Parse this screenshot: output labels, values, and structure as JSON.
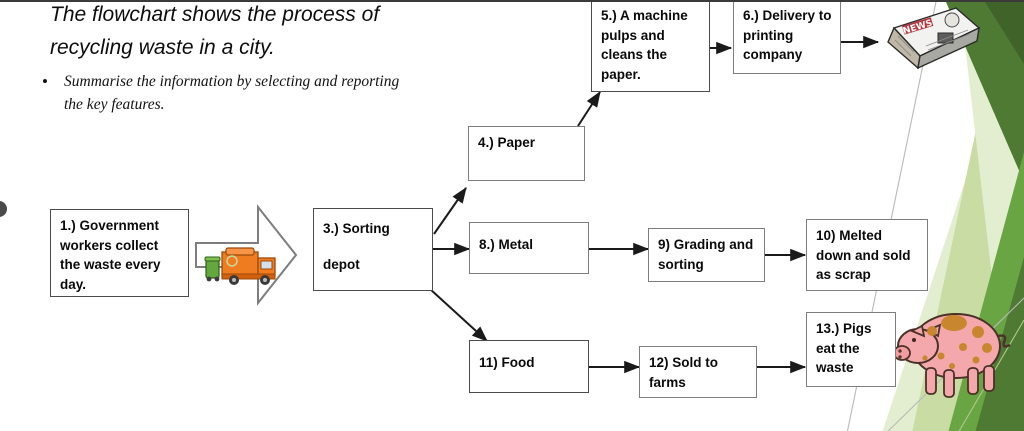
{
  "heading": {
    "title": "The flowchart shows the process of recycling waste in a city.",
    "bullet_marker": "•",
    "bullet_text": "Summarise the information by selecting and reporting the key features."
  },
  "flowchart": {
    "nodes": [
      {
        "id": "n1",
        "label": "1.) Government workers collect the waste every day."
      },
      {
        "id": "n3",
        "label": "3.) Sorting depot"
      },
      {
        "id": "n4",
        "label": "4.) Paper"
      },
      {
        "id": "n5",
        "label": "5.) A machine pulps and cleans the paper."
      },
      {
        "id": "n6",
        "label": "6.) Delivery to printing company"
      },
      {
        "id": "n8",
        "label": "8.) Metal"
      },
      {
        "id": "n9",
        "label": "9) Grading and sorting"
      },
      {
        "id": "n10",
        "label": "10) Melted down and sold as scrap"
      },
      {
        "id": "n11",
        "label": "11) Food"
      },
      {
        "id": "n12",
        "label": "12) Sold to farms"
      },
      {
        "id": "n13",
        "label": "13.) Pigs eat the waste"
      }
    ],
    "images": [
      {
        "id": "truck",
        "name": "garbage-truck-image",
        "alt": "orange garbage truck with green wheelie bin"
      },
      {
        "id": "newspaper",
        "name": "newspaper-image",
        "alt": "folded newspaper",
        "masthead": "NEWS"
      },
      {
        "id": "pig",
        "name": "pig-image",
        "alt": "pink spotted pig"
      }
    ],
    "block_arrow": {
      "name": "block-arrow-collection"
    }
  },
  "colors": {
    "box_border": "#7d7d7d",
    "box_border_dark": "#4c4c4c",
    "connector": "#1a1a1a",
    "green_dark": "#4f7a33",
    "green_mid": "#6aa544",
    "green_light": "#c8dca4",
    "green_pale": "#e3eed0",
    "truck_orange": "#f07c21",
    "bin_green": "#63a83c",
    "pig_pink": "#f4a8ab",
    "pig_spot": "#c8862f",
    "news_red": "#b3262c",
    "text": "#0a0a0a"
  }
}
